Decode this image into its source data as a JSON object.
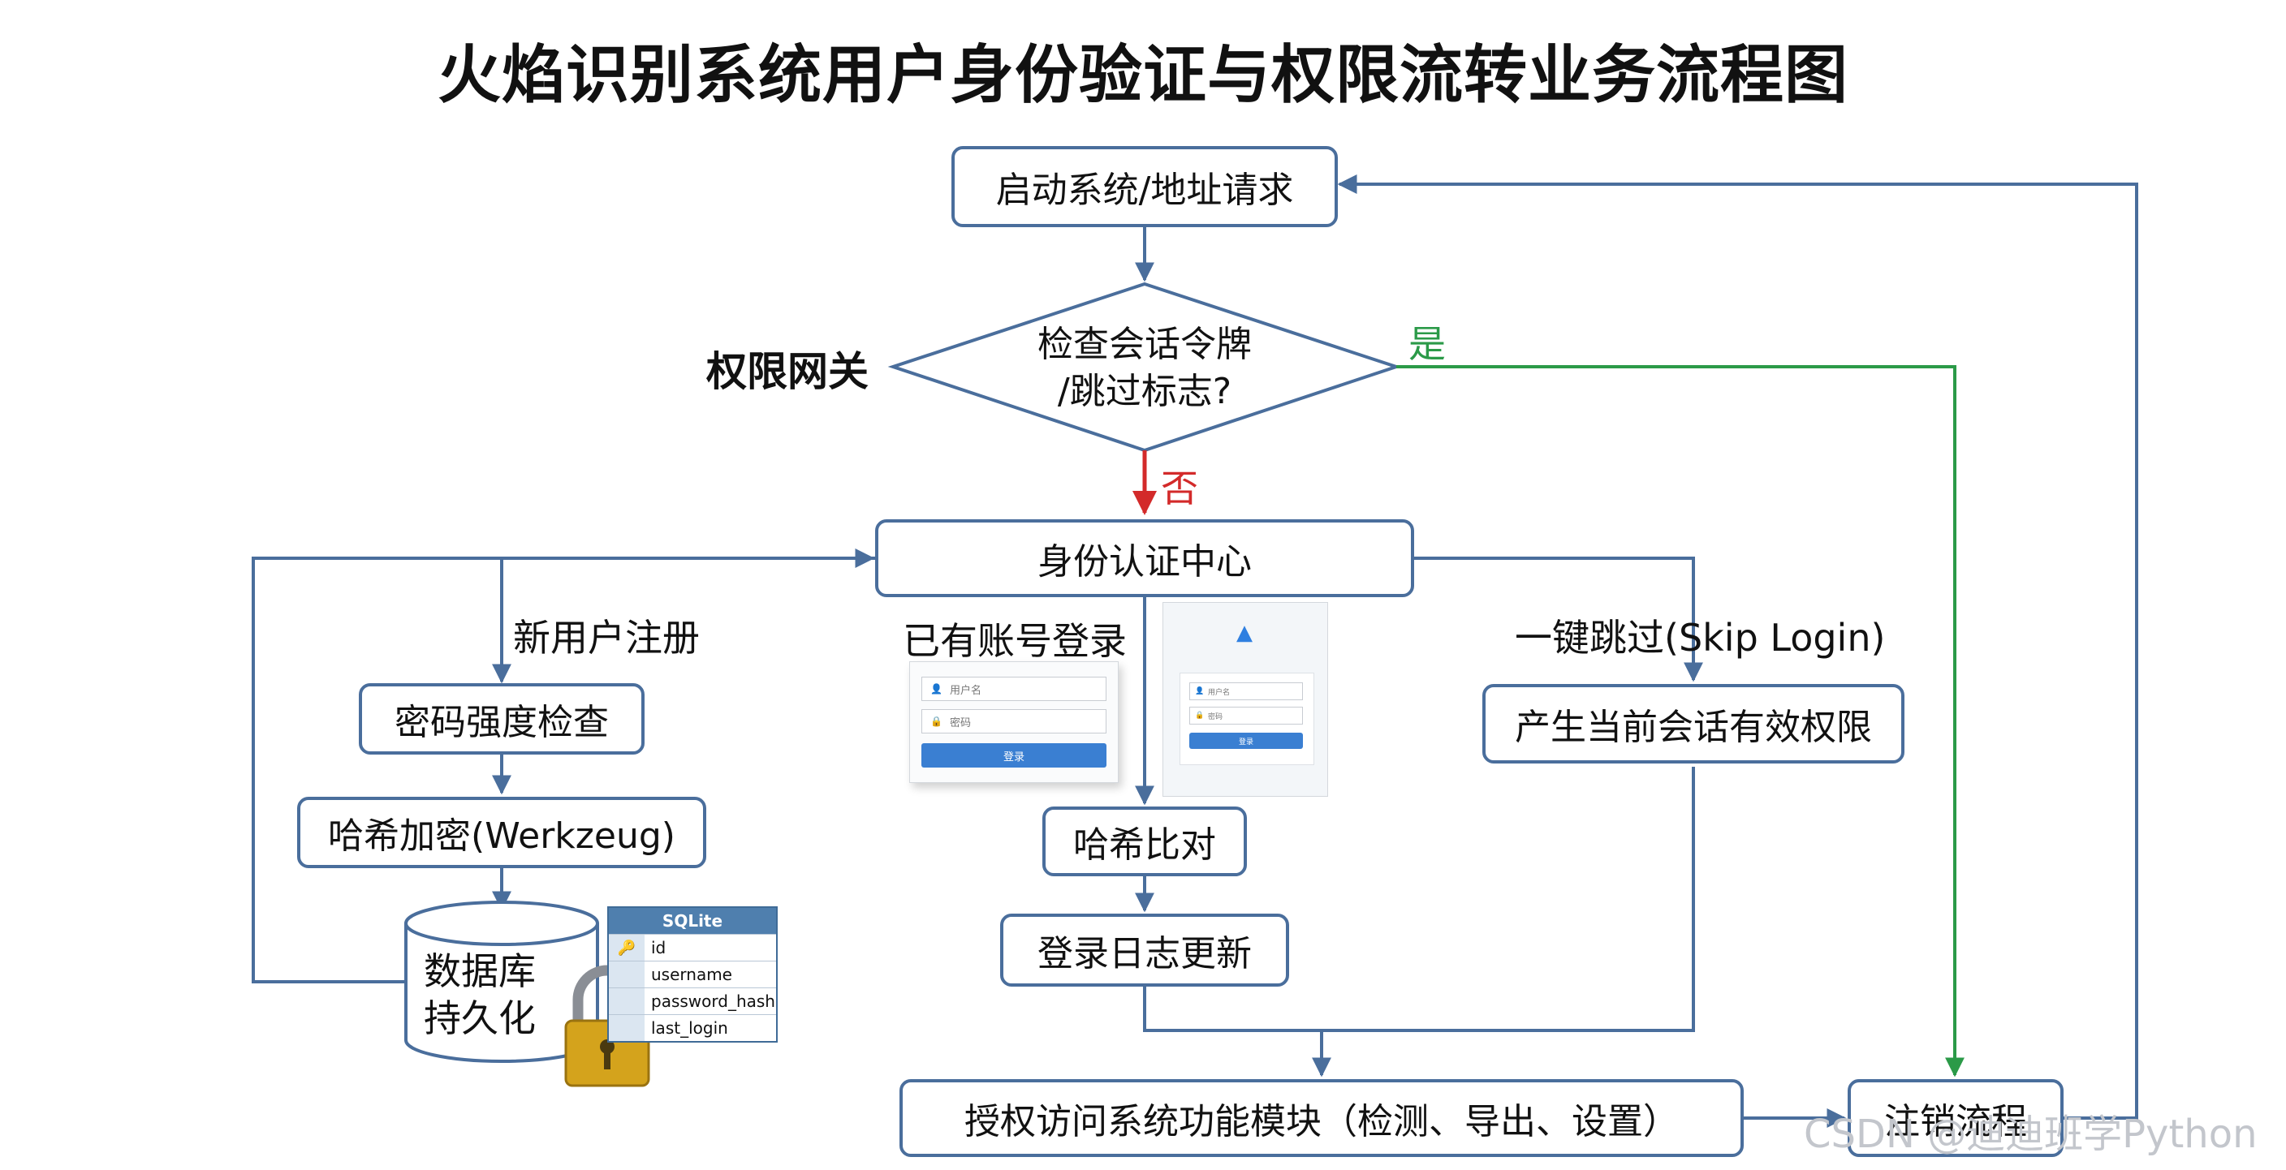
{
  "title": "火焰识别系统用户身份验证与权限流转业务流程图",
  "nodes": {
    "start": "启动系统/地址请求",
    "decision_line1": "检查会话令牌",
    "decision_line2": "/跳过标志?",
    "gateway": "权限网关",
    "auth_center": "身份认证中心",
    "pwd_check": "密码强度检查",
    "hash_encrypt": "哈希加密(Werkzeug)",
    "db_line1": "数据库",
    "db_line2": "持久化",
    "hash_compare": "哈希比对",
    "login_log": "登录日志更新",
    "skip_perm": "产生当前会话有效权限",
    "access": "授权访问系统功能模块（检测、导出、设置）",
    "logout": "注销流程"
  },
  "labels": {
    "yes": "是",
    "no": "否",
    "new_user": "新用户注册",
    "existing": "已有账号登录",
    "skip": "一键跳过(Skip Login)"
  },
  "login_mock": {
    "username_placeholder": "用户名",
    "password_placeholder": "密码",
    "login_button": "登录",
    "logo_icon": "flame-icon"
  },
  "sqlite": {
    "header": "SQLite",
    "fields": [
      "id",
      "username",
      "password_hash",
      "last_login"
    ]
  },
  "watermark": "CSDN @迪迪班学Python",
  "colors": {
    "flow": "#4a6e9c",
    "yes": "#2b9a48",
    "no": "#d32a2a"
  }
}
